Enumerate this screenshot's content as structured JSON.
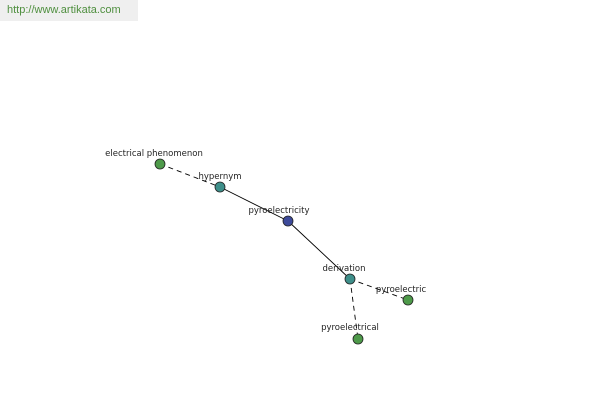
{
  "watermark": {
    "text": "http://www.artikata.com"
  },
  "graph": {
    "colors": {
      "center": "#3d4a9a",
      "relation": "#3e8f8a",
      "term": "#4e9a4a",
      "watermark_text": "#4f8f3f"
    },
    "nodes": [
      {
        "id": "electrical-phenomenon",
        "label": "electrical phenomenon",
        "kind": "term"
      },
      {
        "id": "hypernym",
        "label": "hypernym",
        "kind": "relation"
      },
      {
        "id": "pyroelectricity",
        "label": "pyroelectricity",
        "kind": "center"
      },
      {
        "id": "derivation",
        "label": "derivation",
        "kind": "relation"
      },
      {
        "id": "pyroelectric",
        "label": "pyroelectric",
        "kind": "term"
      },
      {
        "id": "pyroelectrical",
        "label": "pyroelectrical",
        "kind": "term"
      }
    ],
    "edges": [
      {
        "from": "electrical-phenomenon",
        "to": "hypernym",
        "style": "dashed"
      },
      {
        "from": "hypernym",
        "to": "pyroelectricity",
        "style": "solid"
      },
      {
        "from": "pyroelectricity",
        "to": "derivation",
        "style": "solid"
      },
      {
        "from": "derivation",
        "to": "pyroelectric",
        "style": "dashed"
      },
      {
        "from": "derivation",
        "to": "pyroelectrical",
        "style": "dashed"
      }
    ]
  }
}
